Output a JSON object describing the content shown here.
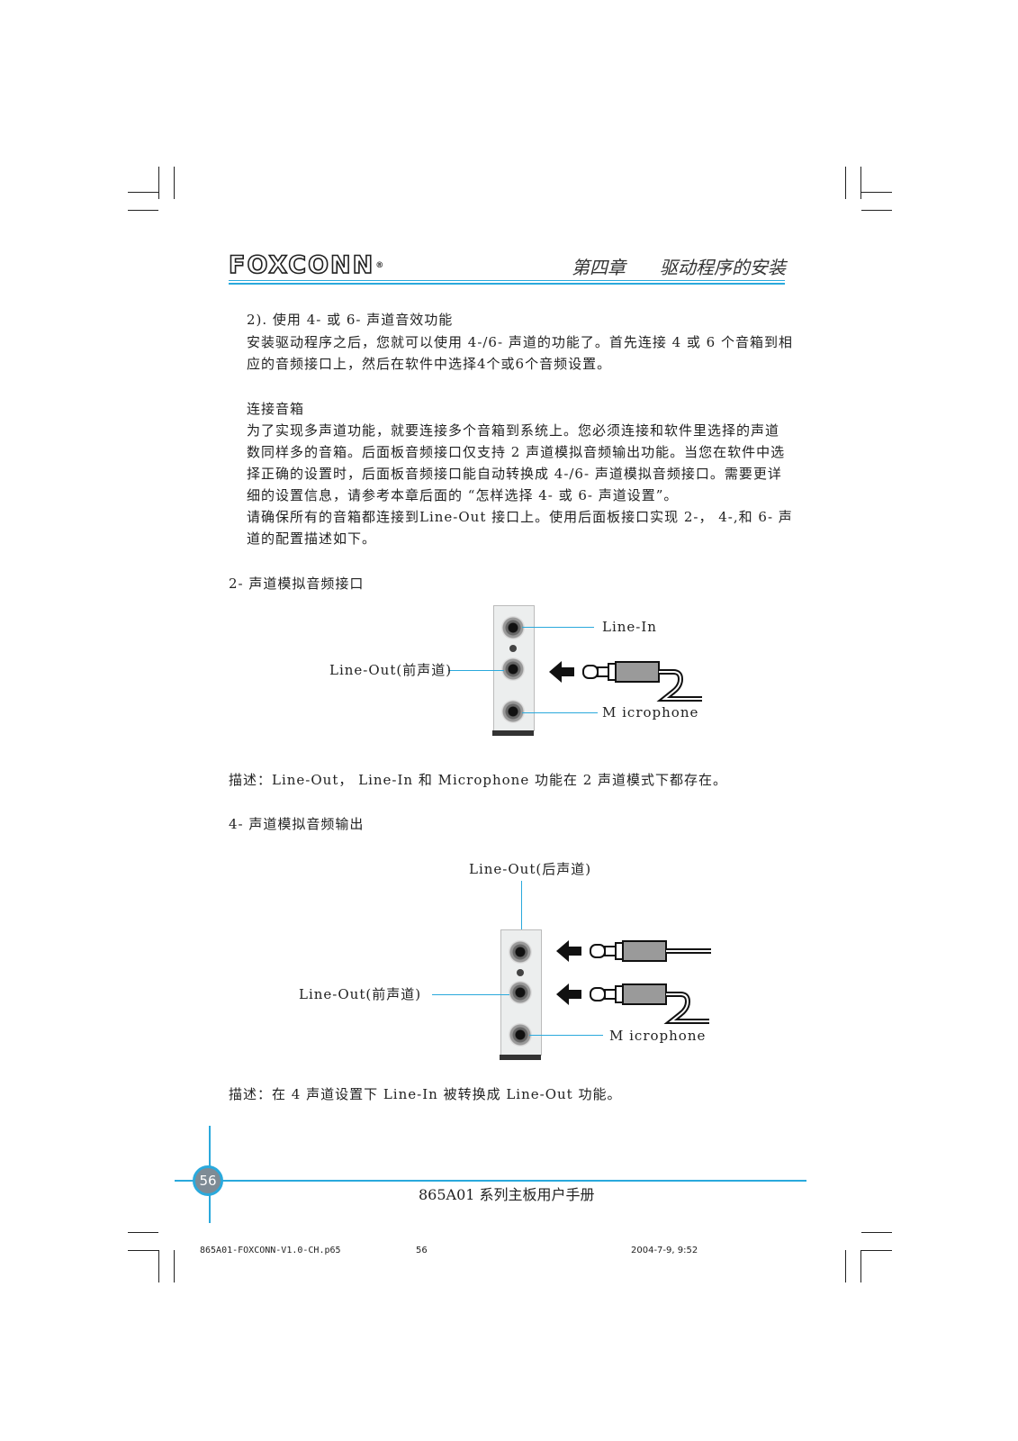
{
  "header": {
    "brand": "FOXCONN",
    "brand_reg": "®",
    "chapter": "第四章",
    "chapter_title": "驱动程序的安装"
  },
  "content": {
    "section1_title": "2). 使用 4- 或 6- 声道音效功能",
    "section1_lines": [
      "安装驱动程序之后，您就可以使用 4-/6- 声道的功能了。首先连接 4 或 6 个音箱到相",
      "应的音频接口上，然后在软件中选择4个或6个音频设置。"
    ],
    "section2_title": "连接音箱",
    "section2_lines": [
      "为了实现多声道功能，就要连接多个音箱到系统上。您必须连接和软件里选择的声道",
      "数同样多的音箱。后面板音频接口仅支持 2 声道模拟音频输出功能。当您在软件中选",
      "择正确的设置时，后面板音频接口能自动转换成 4-/6- 声道模拟音频接口。需要更详",
      "细的设置信息，请参考本章后面的 “怎样选择 4- 或 6- 声道设置”。",
      "请确保所有的音箱都连接到Line-Out 接口上。使用后面板接口实现 2-， 4-,和 6- 声",
      "道的配置描述如下。"
    ],
    "diagram1_title": "2- 声道模拟音频接口",
    "diagram1_labels": {
      "line_in": "Line-In",
      "line_out_front": "Line-Out(前声道)",
      "microphone": "M icrophone"
    },
    "diagram1_desc": "描述：Line-Out，  Line-In  和 Microphone 功能在 2 声道模式下都存在。",
    "diagram2_title": "4- 声道模拟音频输出",
    "diagram2_labels": {
      "line_out_rear": "Line-Out(后声道)",
      "line_out_front": "Line-Out(前声道)",
      "microphone": "M icrophone"
    },
    "diagram2_desc": "描述：在 4 声道设置下 Line-In 被转换成 Line-Out 功能。"
  },
  "footer": {
    "page_number": "56",
    "manual_title": "865A01 系列主板用户手册",
    "file_name": "865A01-FOXCONN-V1.0-CH.p65",
    "file_page": "56",
    "timestamp": "2004-7-9, 9:52"
  },
  "colors": {
    "accent": "#2aa9dc",
    "text": "#222222"
  }
}
